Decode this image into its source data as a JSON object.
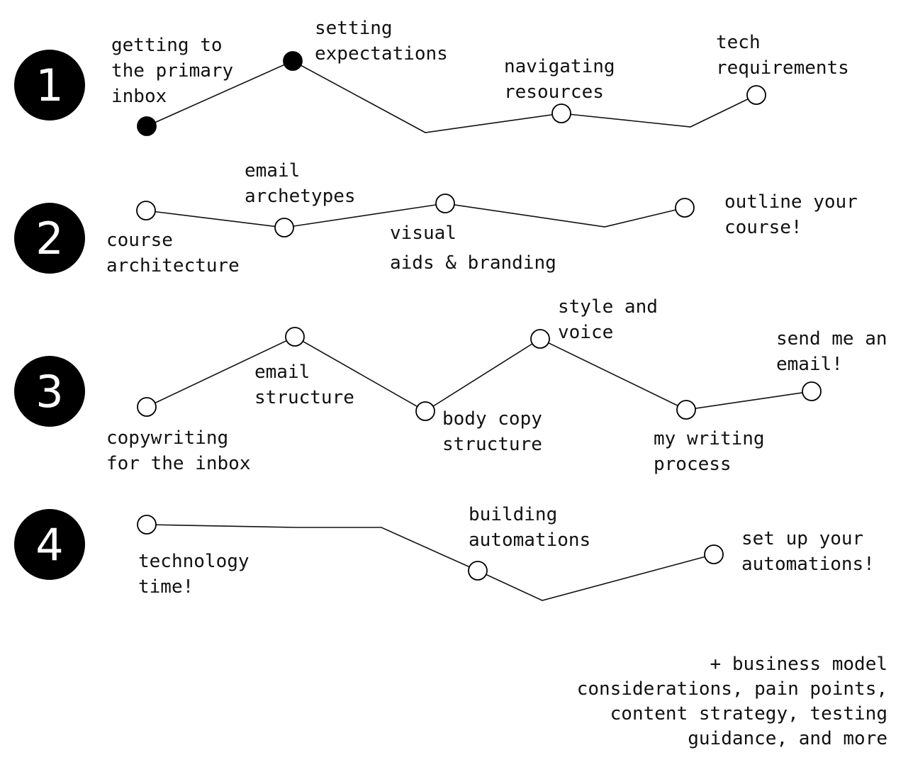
{
  "modules": [
    {
      "number": "1",
      "nodes": [
        {
          "lines": [
            "getting to",
            "the primary",
            "inbox"
          ],
          "filled": true
        },
        {
          "lines": [
            "setting",
            "expectations"
          ],
          "filled": true
        },
        {
          "lines": [
            "navigating",
            "resources"
          ],
          "filled": false
        },
        {
          "lines": [
            "tech",
            "requirements"
          ],
          "filled": false
        }
      ]
    },
    {
      "number": "2",
      "nodes": [
        {
          "lines": [
            "course",
            "architecture"
          ],
          "filled": false
        },
        {
          "lines": [
            "email",
            "archetypes"
          ],
          "filled": false
        },
        {
          "lines": [
            "visual",
            "aids & branding"
          ],
          "filled": false
        },
        {
          "lines": [
            "outline your",
            "course!"
          ],
          "filled": false
        }
      ]
    },
    {
      "number": "3",
      "nodes": [
        {
          "lines": [
            "copywriting",
            "for the inbox"
          ],
          "filled": false
        },
        {
          "lines": [
            "email",
            "structure"
          ],
          "filled": false
        },
        {
          "lines": [
            "body copy",
            "structure"
          ],
          "filled": false
        },
        {
          "lines": [
            "style and",
            "voice"
          ],
          "filled": false
        },
        {
          "lines": [
            "my writing",
            "process"
          ],
          "filled": false
        },
        {
          "lines": [
            "send me an",
            "email!"
          ],
          "filled": false
        }
      ]
    },
    {
      "number": "4",
      "nodes": [
        {
          "lines": [
            "technology",
            "time!"
          ],
          "filled": false
        },
        {
          "lines": [
            "building",
            "automations"
          ],
          "filled": false
        },
        {
          "lines": [
            "set up your",
            "automations!"
          ],
          "filled": false
        }
      ]
    }
  ],
  "footer": {
    "lines": [
      "+ business model",
      "considerations, pain points,",
      "content strategy, testing",
      "guidance, and more"
    ]
  }
}
